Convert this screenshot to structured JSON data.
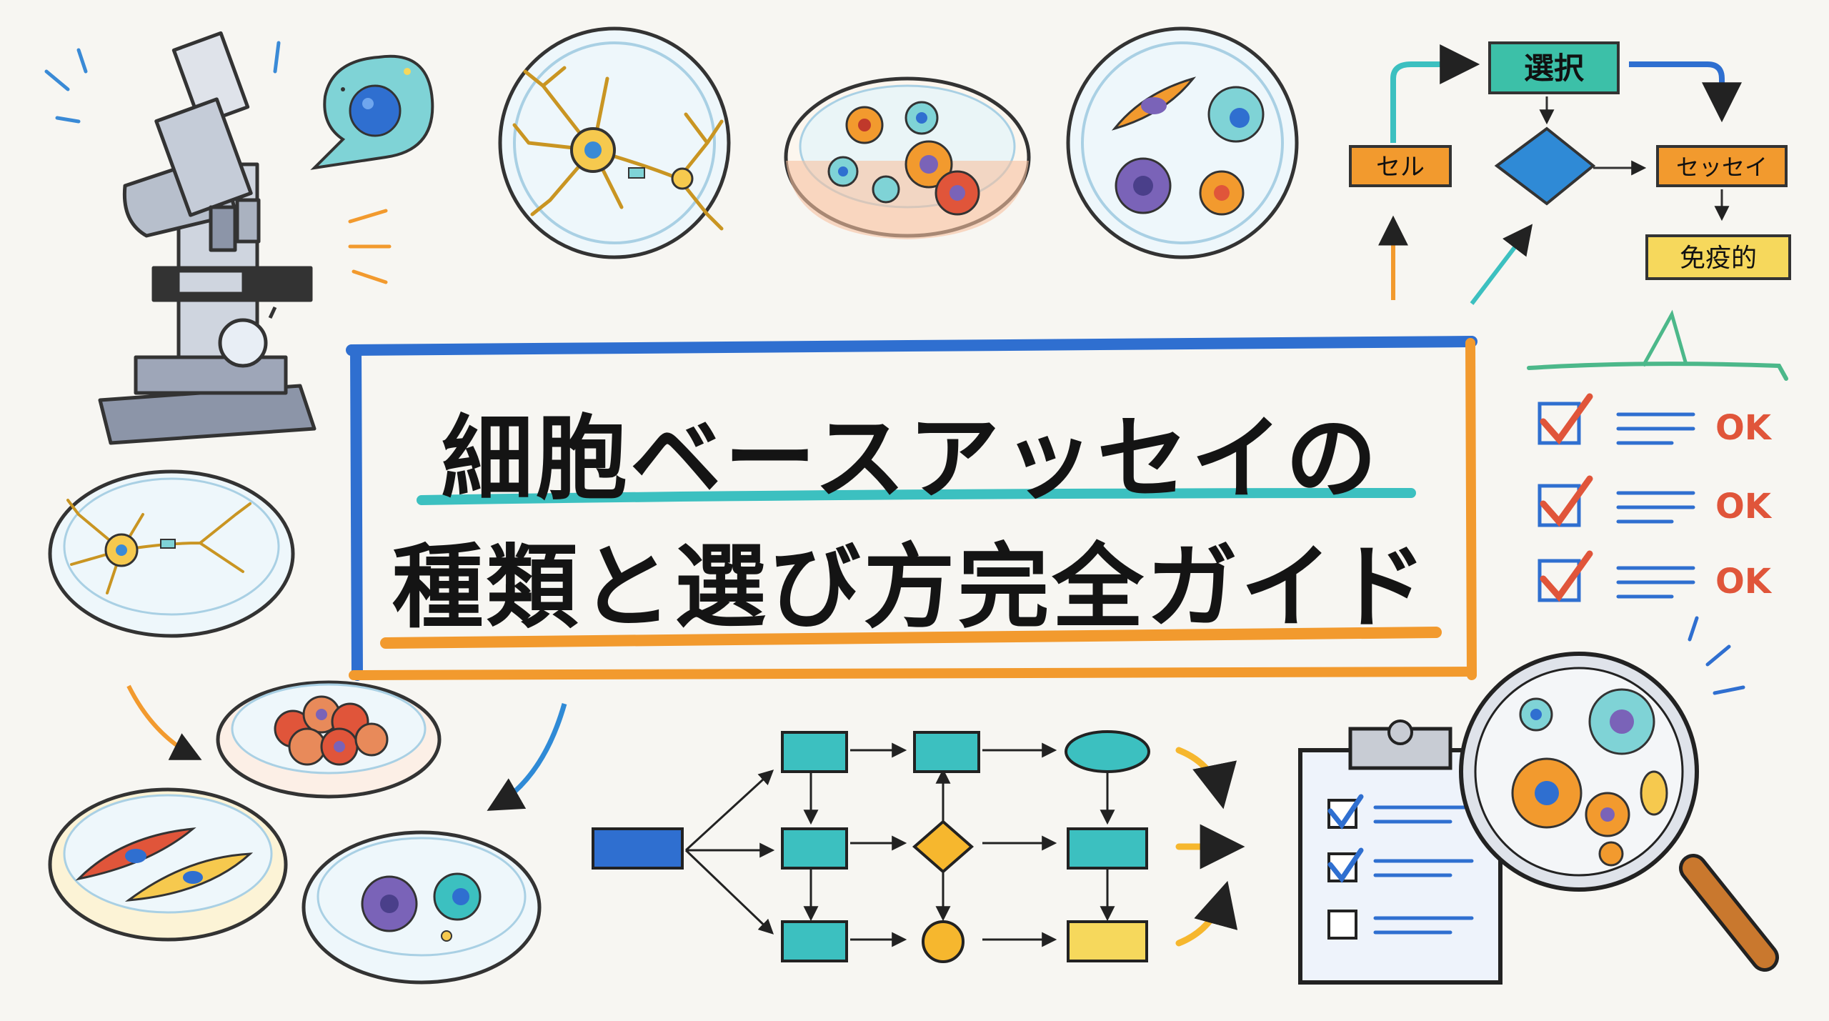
{
  "title": {
    "line1": "細胞ベースアッセイの",
    "line2": "種類と選び方完全ガイド"
  },
  "flowchart": {
    "select": "選択",
    "cell": "セル",
    "assay": "セッセイ",
    "immuno": "免疫的"
  },
  "checklist": {
    "ok1": "OK",
    "ok2": "OK",
    "ok3": "OK"
  },
  "colors": {
    "blue": "#2f6fd0",
    "orange": "#f29a2e",
    "teal": "#3cc0c0",
    "yellow": "#f6d85c",
    "red": "#e0553a",
    "purple": "#7a63b8",
    "ink": "#222222"
  }
}
